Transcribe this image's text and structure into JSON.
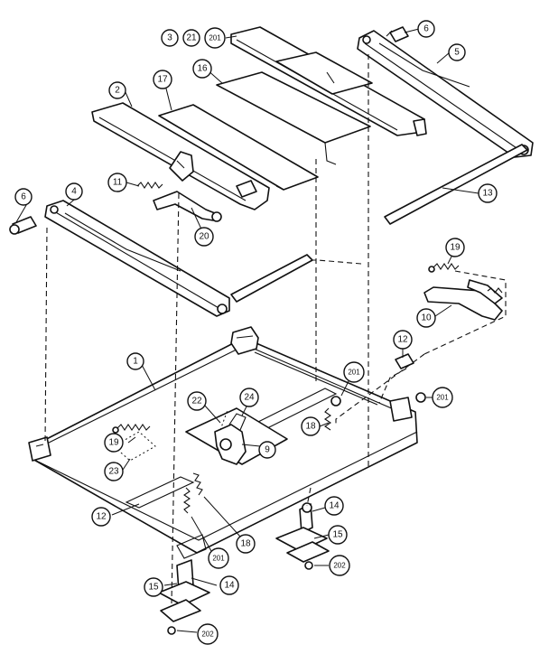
{
  "callouts": [
    {
      "id": "c-3",
      "label": "3"
    },
    {
      "id": "c-21",
      "label": "21"
    },
    {
      "id": "c-201-top",
      "label": "201"
    },
    {
      "id": "c-6-top",
      "label": "6"
    },
    {
      "id": "c-5",
      "label": "5"
    },
    {
      "id": "c-2",
      "label": "2"
    },
    {
      "id": "c-17",
      "label": "17"
    },
    {
      "id": "c-16",
      "label": "16"
    },
    {
      "id": "c-11",
      "label": "11"
    },
    {
      "id": "c-6-left",
      "label": "6"
    },
    {
      "id": "c-4",
      "label": "4"
    },
    {
      "id": "c-20",
      "label": "20"
    },
    {
      "id": "c-13",
      "label": "13"
    },
    {
      "id": "c-19-right",
      "label": "19"
    },
    {
      "id": "c-10",
      "label": "10"
    },
    {
      "id": "c-12-right",
      "label": "12"
    },
    {
      "id": "c-1",
      "label": "1"
    },
    {
      "id": "c-201-mid",
      "label": "201"
    },
    {
      "id": "c-201-right",
      "label": "201"
    },
    {
      "id": "c-22",
      "label": "22"
    },
    {
      "id": "c-24",
      "label": "24"
    },
    {
      "id": "c-18-right",
      "label": "18"
    },
    {
      "id": "c-19-left",
      "label": "19"
    },
    {
      "id": "c-9",
      "label": "9"
    },
    {
      "id": "c-23",
      "label": "23"
    },
    {
      "id": "c-12-left",
      "label": "12"
    },
    {
      "id": "c-18-bottom",
      "label": "18"
    },
    {
      "id": "c-201-bottom",
      "label": "201"
    },
    {
      "id": "c-14-right",
      "label": "14"
    },
    {
      "id": "c-15-right",
      "label": "15"
    },
    {
      "id": "c-202-right",
      "label": "202"
    },
    {
      "id": "c-15-left",
      "label": "15"
    },
    {
      "id": "c-14-left",
      "label": "14"
    },
    {
      "id": "c-202-left",
      "label": "202"
    }
  ]
}
